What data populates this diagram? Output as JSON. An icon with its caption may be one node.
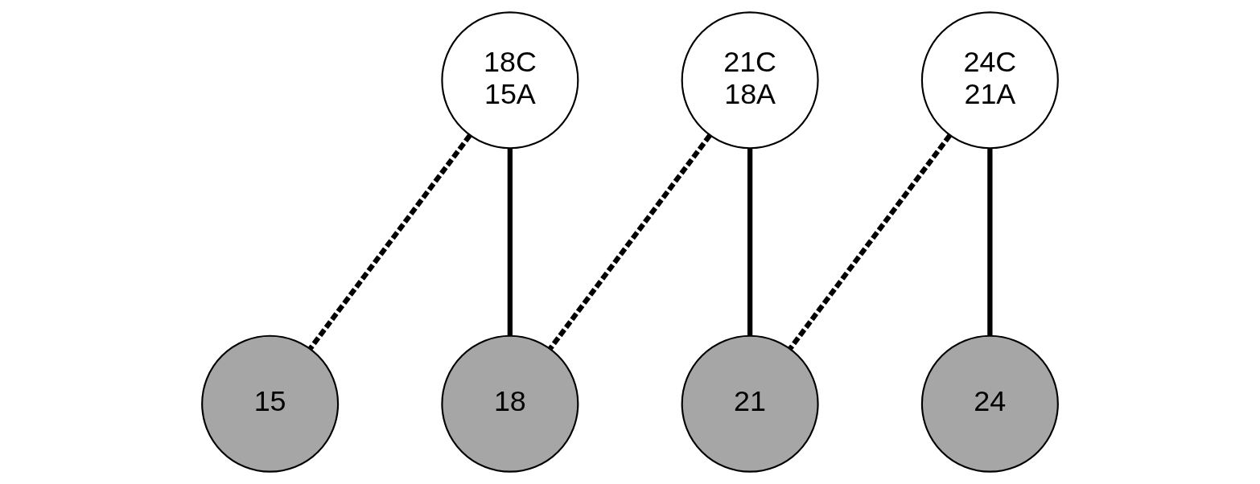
{
  "diagram": {
    "nodes": [
      {
        "text": [
          "18C",
          "15A"
        ]
      },
      {
        "text": [
          "21C",
          "18A"
        ]
      },
      {
        "text": [
          "24C",
          "21A"
        ]
      },
      {
        "text": [
          "15"
        ]
      },
      {
        "text": [
          "18"
        ]
      },
      {
        "text": [
          "21"
        ]
      },
      {
        "text": [
          "24"
        ]
      }
    ],
    "edges": [
      {
        "from": 0,
        "to": 3,
        "arrow": "none",
        "style": "dashed"
      },
      {
        "from": 0,
        "to": 4,
        "arrow": "none"
      },
      {
        "from": 1,
        "to": 4,
        "arrow": "none",
        "style": "dashed"
      },
      {
        "from": 1,
        "to": 5,
        "arrow": "none"
      },
      {
        "from": 2,
        "to": 5,
        "arrow": "none",
        "style": "dashed"
      },
      {
        "from": 2,
        "to": 6,
        "arrow": "none"
      }
    ]
  }
}
